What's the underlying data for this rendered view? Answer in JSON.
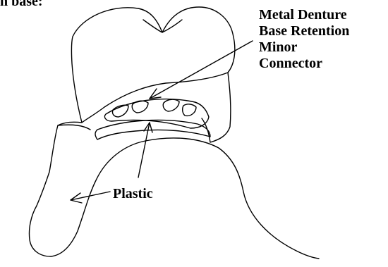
{
  "heading_fragment": "n base:",
  "labels": {
    "metal_connector": [
      "Metal Denture",
      "Base Retention",
      "Minor",
      "Connector"
    ],
    "plastic": "Plastic"
  }
}
